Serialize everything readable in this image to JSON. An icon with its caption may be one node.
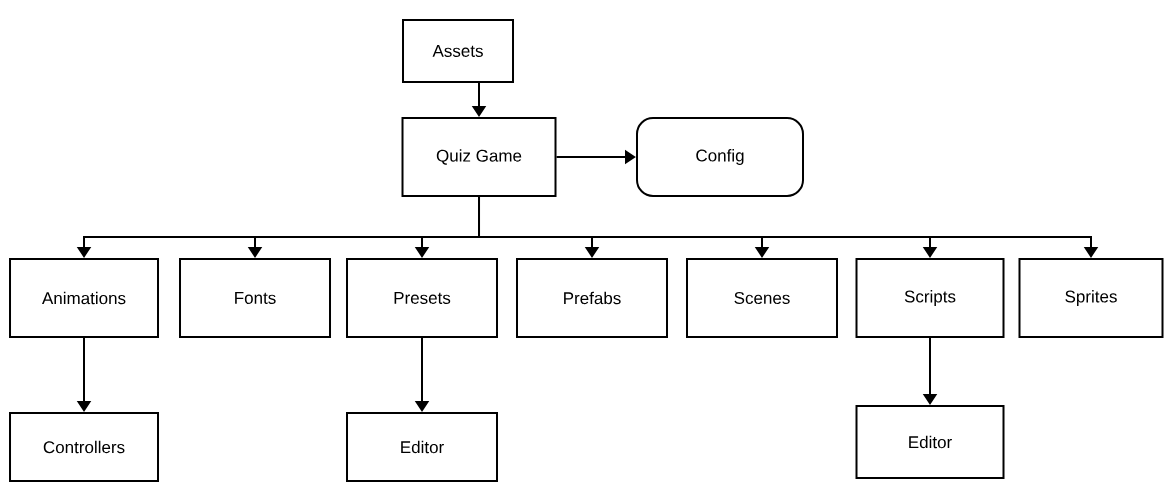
{
  "diagram": {
    "nodes": [
      {
        "text": [
          "Assets"
        ]
      },
      {
        "text": [
          "Quiz Game"
        ]
      },
      {
        "text": [
          "Config"
        ]
      },
      {
        "text": [
          "Animations"
        ]
      },
      {
        "text": [
          "Fonts"
        ]
      },
      {
        "text": [
          "Presets"
        ]
      },
      {
        "text": [
          "Prefabs"
        ]
      },
      {
        "text": [
          "Scenes"
        ]
      },
      {
        "text": [
          "Scripts"
        ]
      },
      {
        "text": [
          "Sprites"
        ]
      },
      {
        "text": [
          "Controllers"
        ]
      },
      {
        "text": [
          "Editor"
        ]
      },
      {
        "text": [
          "Editor"
        ]
      }
    ],
    "edges": [
      {
        "from": 0,
        "to": 1,
        "arrow": "to"
      },
      {
        "from": 1,
        "to": 2,
        "arrow": "to"
      },
      {
        "from": 1,
        "to": 3,
        "arrow": "to"
      },
      {
        "from": 1,
        "to": 4,
        "arrow": "to"
      },
      {
        "from": 1,
        "to": 5,
        "arrow": "to"
      },
      {
        "from": 1,
        "to": 6,
        "arrow": "to"
      },
      {
        "from": 1,
        "to": 7,
        "arrow": "to"
      },
      {
        "from": 1,
        "to": 8,
        "arrow": "to"
      },
      {
        "from": 1,
        "to": 9,
        "arrow": "to"
      },
      {
        "from": 3,
        "to": 10,
        "arrow": "to"
      },
      {
        "from": 5,
        "to": 11,
        "arrow": "to"
      },
      {
        "from": 8,
        "to": 12,
        "arrow": "to"
      }
    ]
  }
}
